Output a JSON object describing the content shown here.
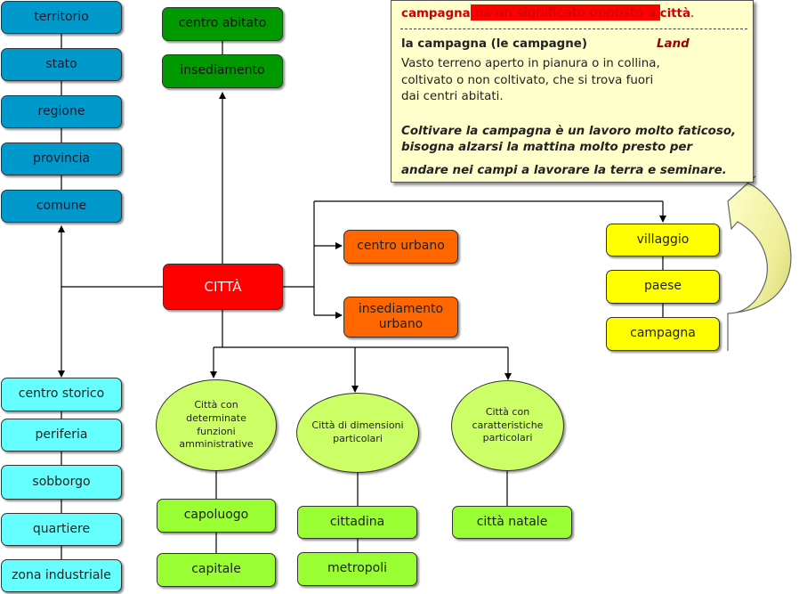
{
  "note": {
    "header_word": "campagna",
    "header_mid": " ha un significato opposto a ",
    "header_word2": "città",
    "header_end": ".",
    "term": "la campagna (le campagne)",
    "translation": "Land",
    "definition": [
      "Vasto terreno aperto in pianura o in collina,",
      "coltivato o non coltivato, che si trova fuori",
      "dai centri abitati."
    ],
    "example": [
      "Coltivare la campagna è un lavoro molto faticoso,",
      "bisogna alzarsi la mattina molto presto per",
      "andare nei campi a lavorare la terra e seminare."
    ]
  },
  "center": {
    "label": "CITTÀ"
  },
  "admin": [
    "territorio",
    "stato",
    "regione",
    "provincia",
    "comune"
  ],
  "areas": [
    "centro storico",
    "periferia",
    "sobborgo",
    "quartiere",
    "zona industriale"
  ],
  "synonyms_top": [
    "centro abitato",
    "insediamento"
  ],
  "urban": [
    "centro urbano",
    "insediamento urbano"
  ],
  "rural": [
    "villaggio",
    "paese",
    "campagna"
  ],
  "categories": [
    {
      "label": "Città con determinate funzioni amministrative",
      "items": [
        "capoluogo",
        "capitale"
      ]
    },
    {
      "label": "Città di dimensioni particolari",
      "items": [
        "cittadina",
        "metropoli"
      ]
    },
    {
      "label": "Città con caratteristiche particolari",
      "items": [
        "città natale"
      ]
    }
  ],
  "colors": {
    "admin": "#0099cc",
    "areas": "#66ffff",
    "synonyms": "#009900",
    "center": "#ff0000",
    "urban": "#ff6600",
    "rural": "#ffff00",
    "category_oval": "#ccff66",
    "category_item": "#99ff33",
    "note_bg": "#ffffcc",
    "arrow_fill": "#eeee99"
  }
}
